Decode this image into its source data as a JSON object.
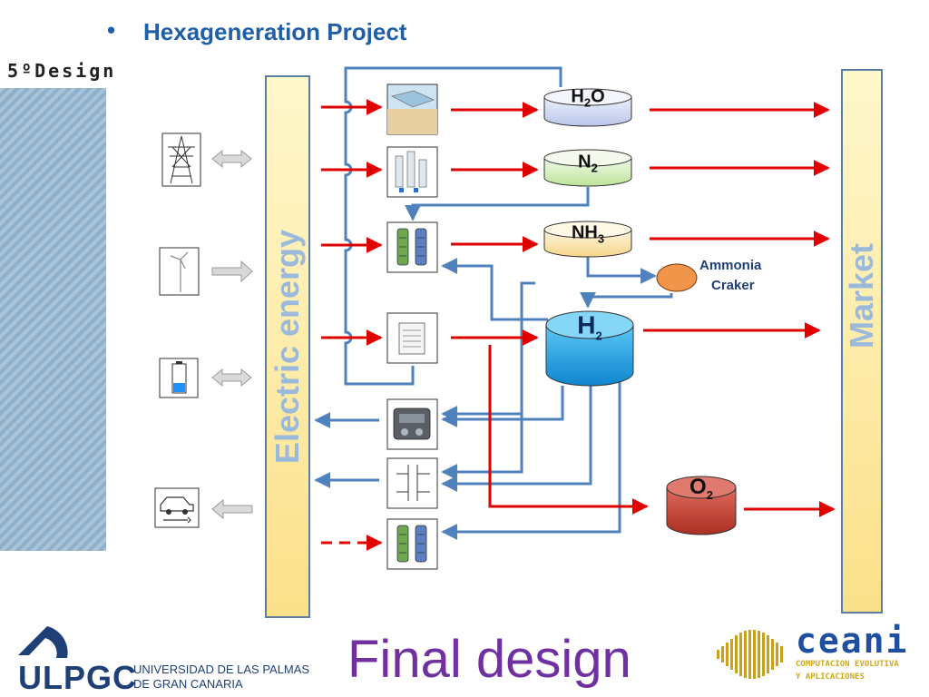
{
  "header": {
    "bullet": "•",
    "title": "Hexageneration Project"
  },
  "side": {
    "design_label": "5ºDesign"
  },
  "bars": {
    "electric": "Electric energy",
    "market": "Market"
  },
  "tanks": {
    "h2o": {
      "main": "H",
      "sub": "2",
      "tail": "O"
    },
    "n2": {
      "main": "N",
      "sub": "2"
    },
    "nh3": {
      "main": "NH",
      "sub": "3"
    },
    "h2": {
      "main": "H",
      "sub": "2"
    },
    "o2": {
      "main": "O",
      "sub": "2"
    }
  },
  "cracker": {
    "line1": "Ammonia",
    "line2": "Craker"
  },
  "footer": {
    "final": "Final design",
    "ulpgc": "ULPGC",
    "univ_line1": "UNIVERSIDAD DE LAS PALMAS",
    "univ_line2": "DE GRAN CANARIA",
    "ceani": "ceani",
    "ceani_sub1": "COMPUTACION EVOLUTIVA",
    "ceani_sub2": "Y APLICACIONES"
  },
  "colors": {
    "red_flow": "#e00000",
    "blue_flow": "#4f81bd",
    "h2_tank": "#17a0e6",
    "o2_tank": "#c0392b",
    "title": "#1f5fa8",
    "final": "#7030a0"
  },
  "icons": [
    "power-tower-icon",
    "wind-turbine-icon",
    "battery-icon",
    "electric-car-icon",
    "desalination-icon",
    "nitrogen-plant-icon",
    "ammonia-reactor-icon",
    "electrolyzer-icon",
    "engine-icon",
    "fuel-cell-icon",
    "ammonia-reactor-2-icon"
  ]
}
